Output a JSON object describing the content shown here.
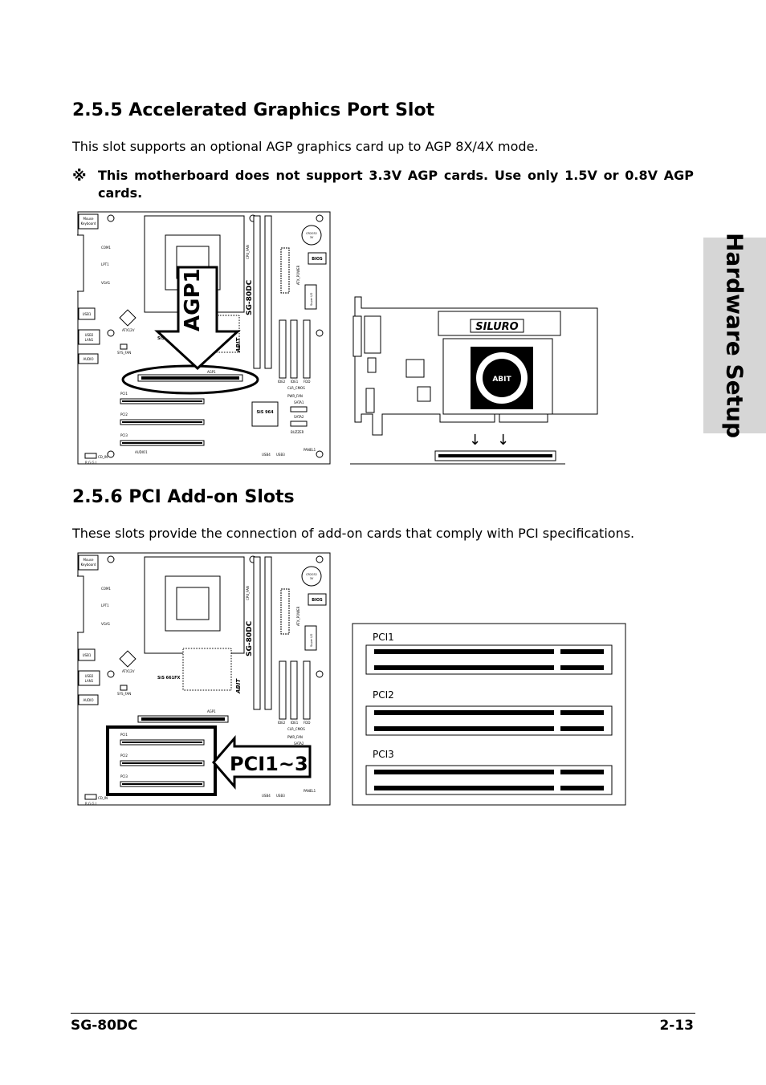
{
  "section_agp": {
    "heading": "2.5.5 Accelerated Graphics Port Slot",
    "intro": "This slot supports an optional AGP graphics card up to AGP 8X/4X mode.",
    "note_mark": "※",
    "note": "This motherboard does not support 3.3V AGP cards. Use only 1.5V or 0.8V AGP cards.",
    "callout": "AGP1",
    "card_brand": "SILURO"
  },
  "section_pci": {
    "heading": "2.5.6 PCI Add-on Slots",
    "intro": "These slots provide the connection of add-on cards that comply with PCI specifications.",
    "callout": "PCI1~3",
    "slots": [
      "PCI1",
      "PCI2",
      "PCI3"
    ]
  },
  "board": {
    "model": "SG-80DC",
    "chip_north": "SiS 661FX",
    "chip_south": "SiS 964",
    "labels": {
      "mouse": "Mouse",
      "keyboard": "Keyboard",
      "com1": "COM1",
      "lpt1": "LPT1",
      "vga1": "VGA1",
      "usb1": "USB1",
      "usb2": "USB2",
      "lan1": "LAN1",
      "audio": "AUDIO",
      "atx12v": "ATX12V",
      "sys_fan": "SYS_FAN",
      "cpu_fan": "CPU_FAN",
      "atx_power": "ATX_POWER",
      "bios": "BIOS",
      "super_io": "Super I/O",
      "cr2032": "CR2032",
      "v3": "3V",
      "agp1": "AGP1",
      "pci1": "PCI1",
      "pci2": "PCI2",
      "pci3": "PCI3",
      "ide2": "IDE2",
      "ide1": "IDE1",
      "fdd": "FDD",
      "clr_cmos": "CLR_CMOS",
      "pwr_fan": "PWR_FAN",
      "sata1": "SATA1",
      "sata2": "SATA2",
      "buzzer": "BUZZER",
      "panel1": "PANEL1",
      "usb4": "USB4",
      "usb3": "USB3",
      "cd_in": "CD_IN",
      "audio1": "AUDIO1",
      "rggl": "R G G L",
      "one": "1",
      "abit": "ABIT"
    }
  },
  "side_tab": "Hardware Setup",
  "footer": {
    "model": "SG-80DC",
    "page": "2-13"
  }
}
